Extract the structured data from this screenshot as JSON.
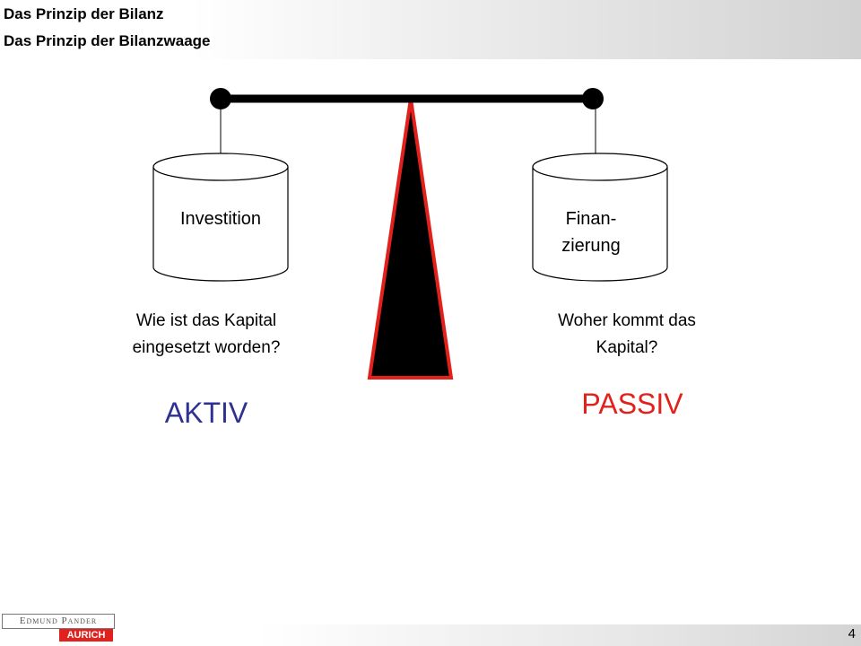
{
  "header": {
    "title": "Das Prinzip der Bilanz",
    "subtitle": "Das Prinzip der Bilanzwaage"
  },
  "left": {
    "container_label": "Investition",
    "question_line1": "Wie ist das Kapital",
    "question_line2": "eingesetzt worden?",
    "side_label": "AKTIV"
  },
  "right": {
    "container_label_line1": "Finan-",
    "container_label_line2": "zierung",
    "question_line1": "Woher kommt das",
    "question_line2": "Kapital?",
    "side_label": "PASSIV"
  },
  "colors": {
    "aktiv": "#2e3192",
    "passiv": "#e2211c",
    "fulcrum_border": "#e2211c",
    "fulcrum_fill": "#000000"
  },
  "footer": {
    "logo_top": "Edmund Pander",
    "logo_bottom": "AURICH",
    "page_number": "4"
  }
}
